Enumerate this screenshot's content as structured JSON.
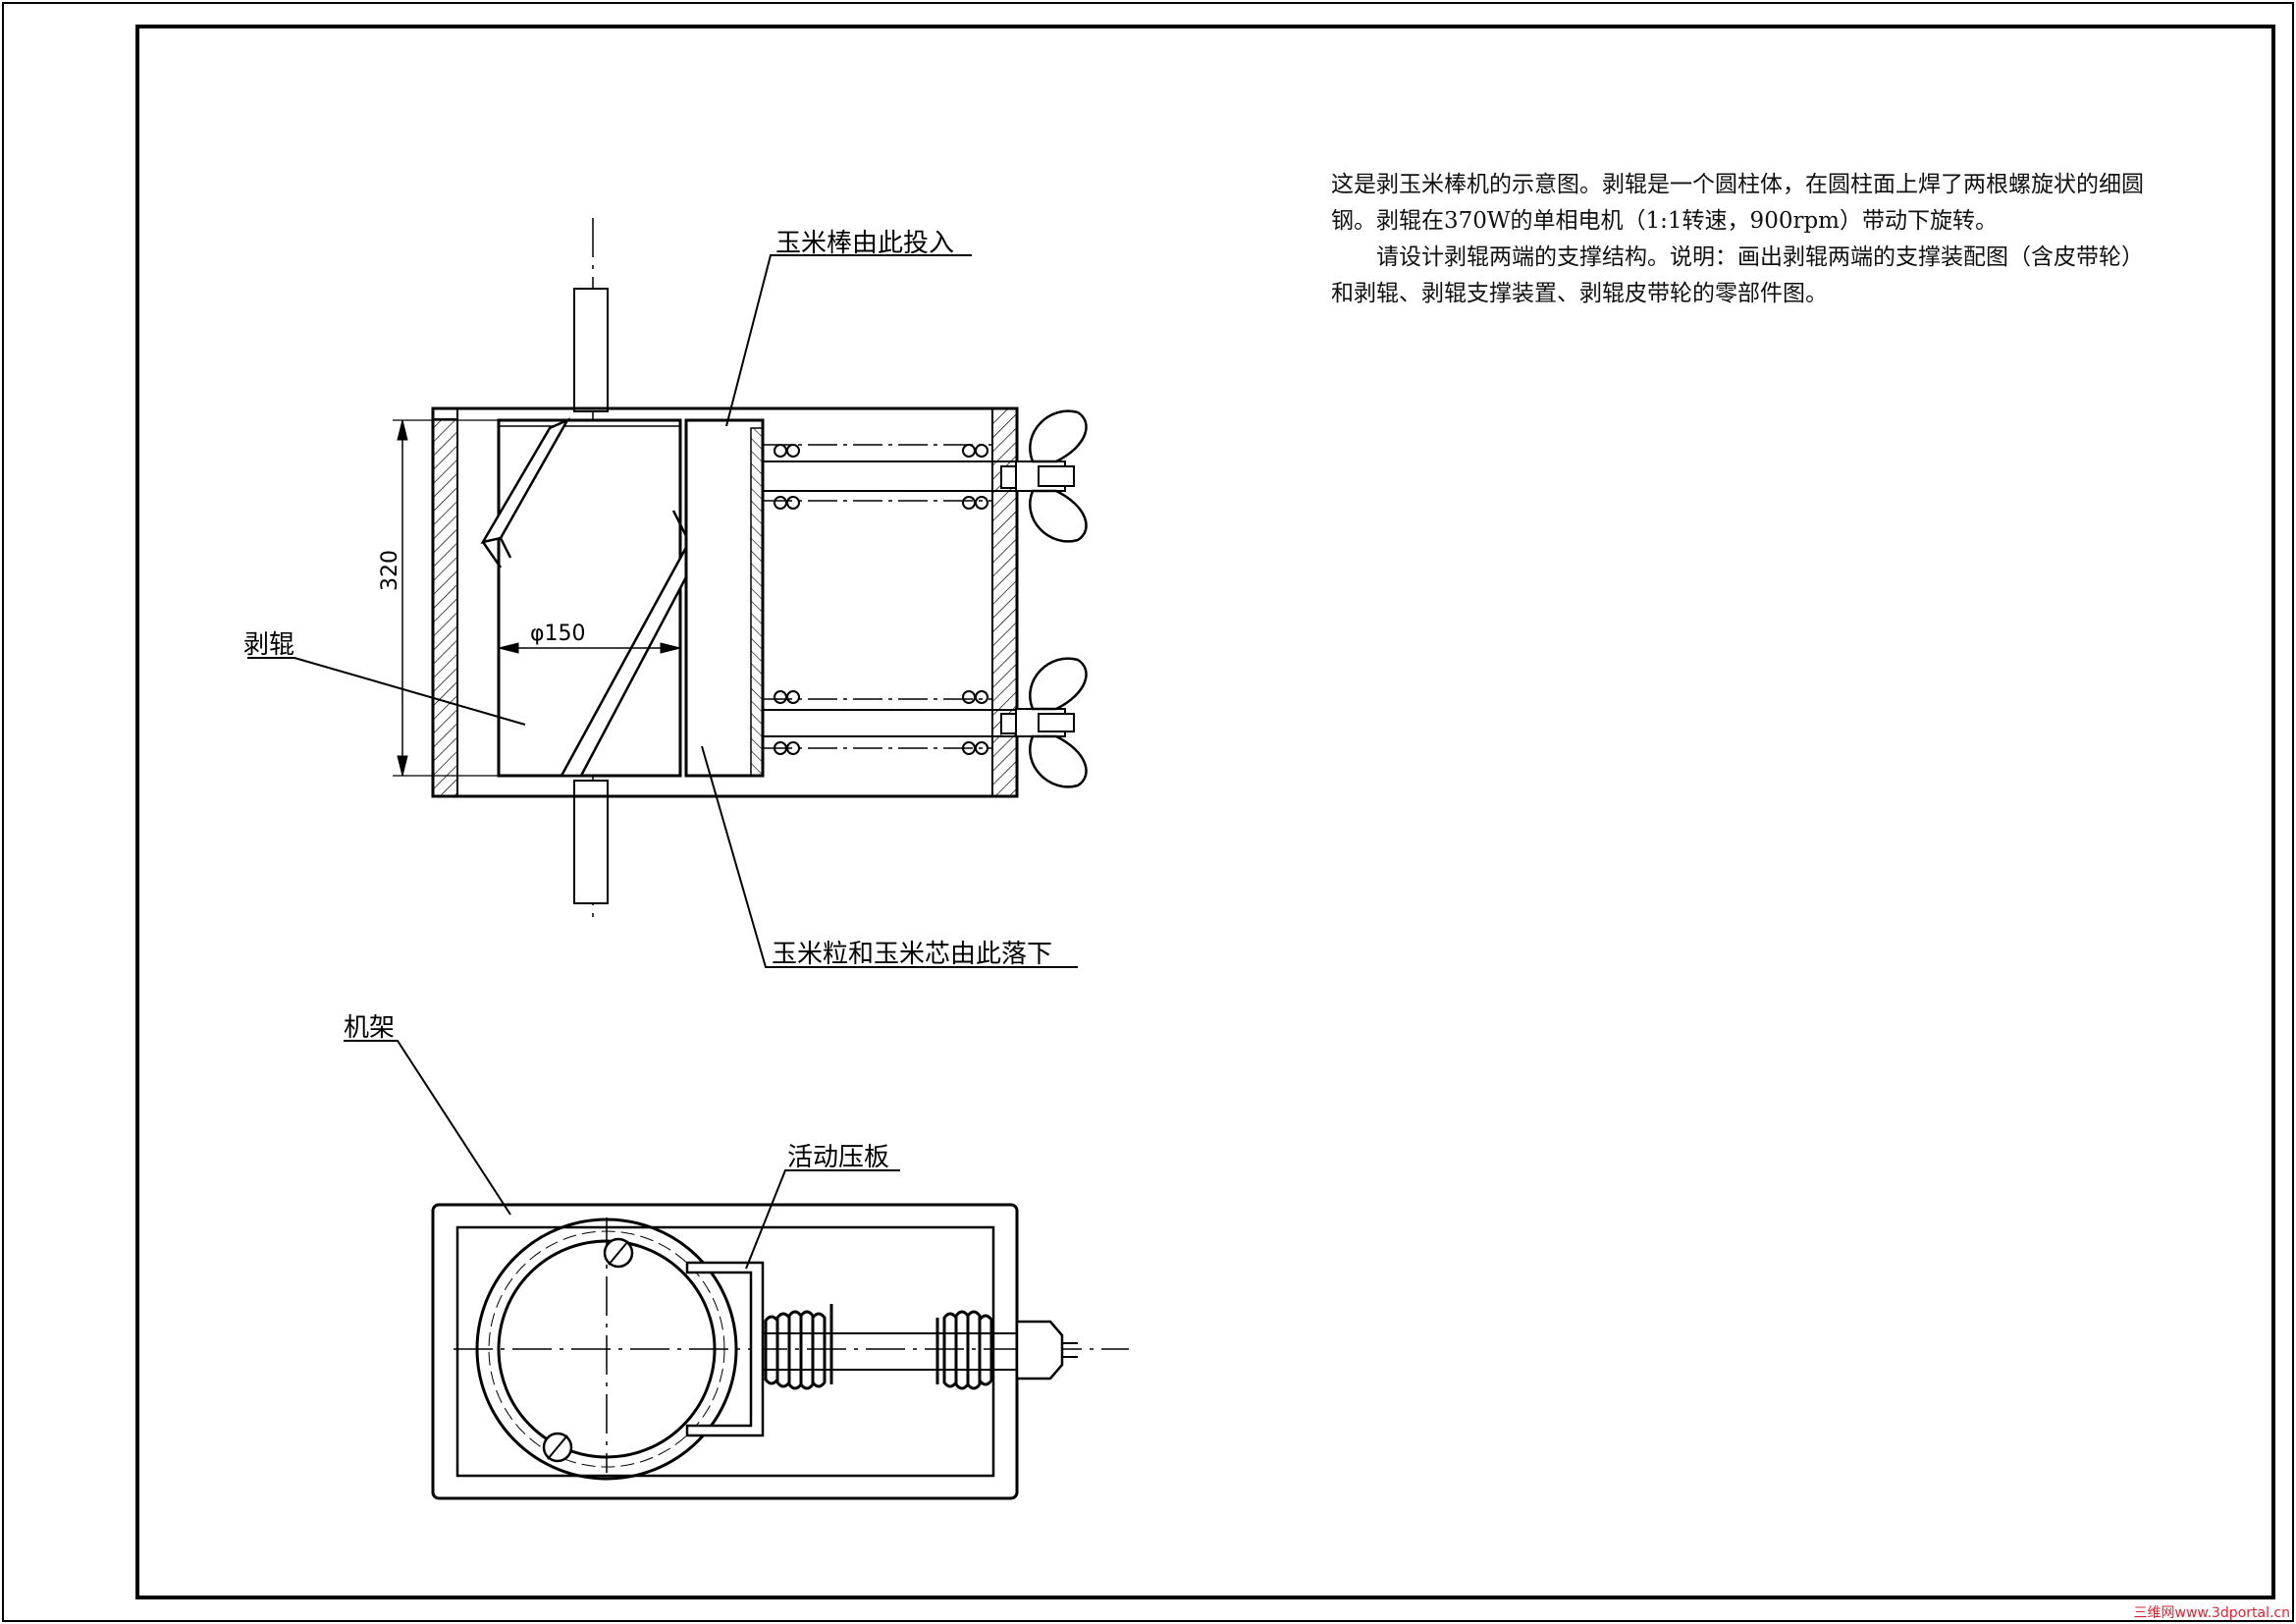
{
  "labels": {
    "inlet": "玉米棒由此投入",
    "roller": "剥辊",
    "outlet": "玉米粒和玉米芯由此落下",
    "frame": "机架",
    "pressure_plate": "活动压板"
  },
  "dimensions": {
    "height": "320",
    "diameter": "φ150"
  },
  "description": {
    "paragraph1": "这是剥玉米棒机的示意图。剥辊是一个圆柱体，在圆柱面上焊了两根螺旋状的细圆钢。剥辊在370W的单相电机（1:1转速，900rpm）带动下旋转。",
    "paragraph2": "请设计剥辊两端的支撑结构。说明：画出剥辊两端的支撑装配图（含皮带轮）和剥辊、剥辊支撑装置、剥辊皮带轮的零部件图。"
  },
  "watermark": "三维网www.3dportal.cn",
  "colors": {
    "line": "#000000",
    "background": "#ffffff",
    "watermark": "#dd2233"
  }
}
